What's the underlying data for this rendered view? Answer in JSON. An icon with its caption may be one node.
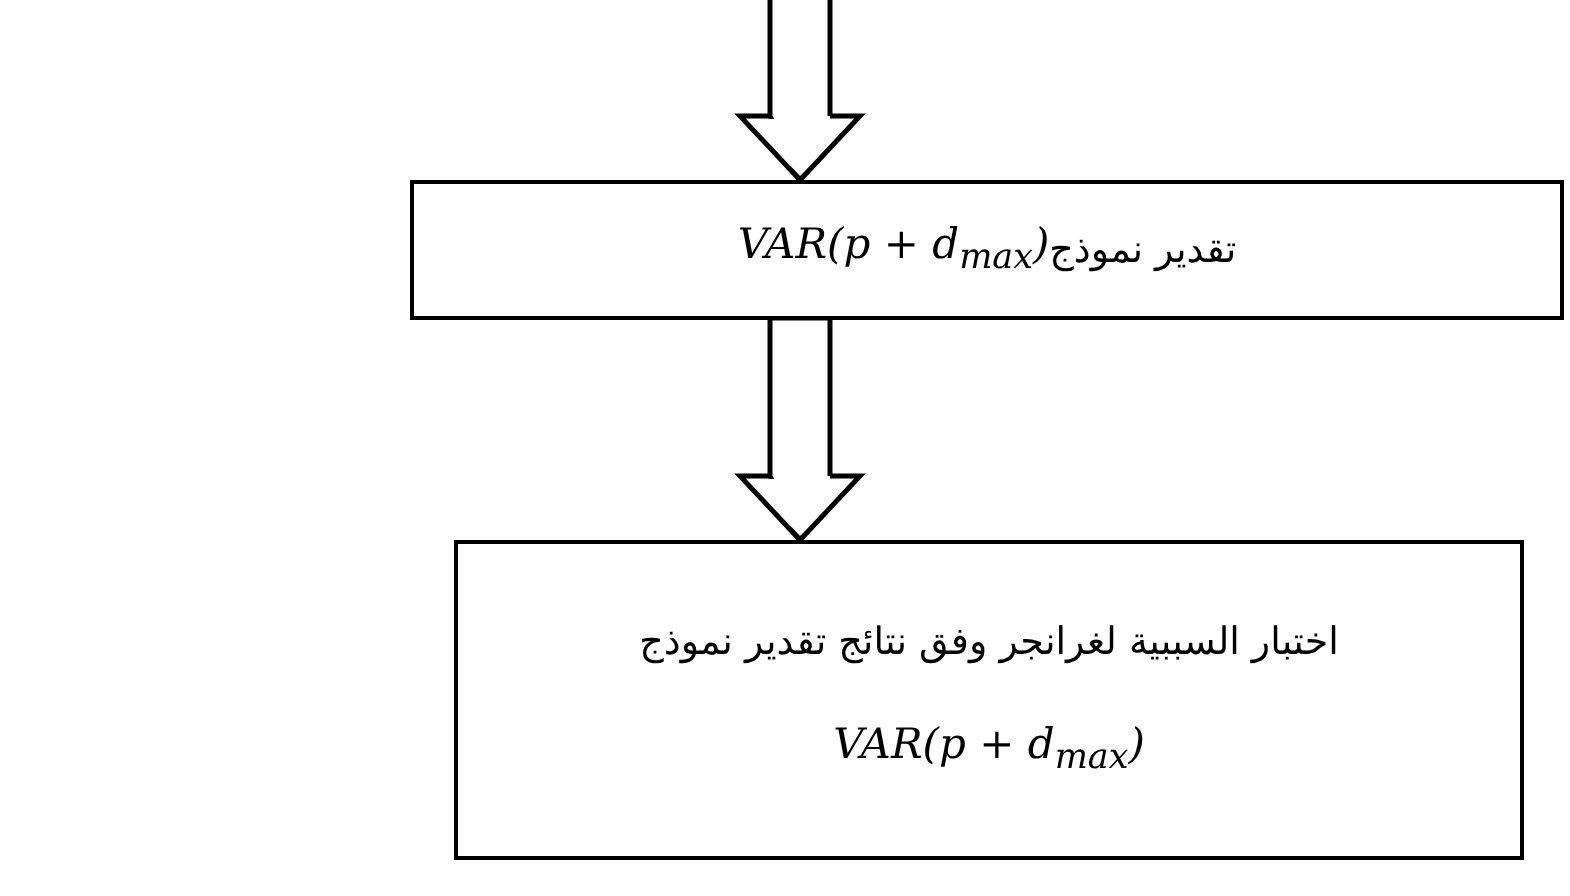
{
  "diagram": {
    "nodes": [
      {
        "text": [
          "تقدير نموذج",
          "VAR(p + d$_{max}$)"
        ]
      },
      {
        "text": [
          "اختبار السببية لغرانجر وفق نتائج تقدير نموذج",
          "VAR(p + d$_{max}$)"
        ]
      }
    ],
    "edges": [
      {
        "from": null,
        "to": 0,
        "arrow": "to"
      },
      {
        "from": 0,
        "to": 1,
        "arrow": "to"
      }
    ]
  }
}
